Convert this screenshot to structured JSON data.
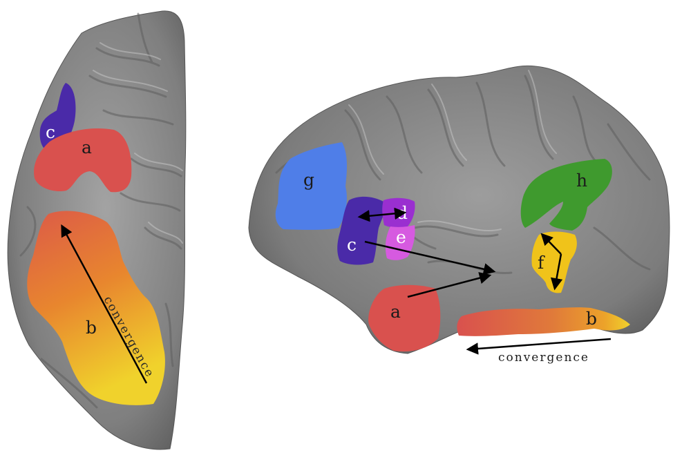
{
  "labels": {
    "a": "a",
    "b": "b",
    "c": "c",
    "d": "d",
    "e": "e",
    "f": "f",
    "g": "g",
    "h": "h"
  },
  "annotations": {
    "convergence": "convergence"
  },
  "colors": {
    "cortex": "#8a8a8a",
    "cortex_dark": "#5e5e5e",
    "cortex_light": "#bdbdbd",
    "region_a": "#d9514e",
    "region_b_red": "#dc5a48",
    "region_b_orange": "#e8862e",
    "region_b_yellow": "#f0d22c",
    "region_c": "#4a2aa8",
    "region_d": "#9a2fd0",
    "region_e": "#d65ae0",
    "region_f": "#f0c31a",
    "region_g": "#4f7ee8",
    "region_h": "#3f9a2e",
    "label_dark": "#1b1b1b",
    "label_light": "#ffffff",
    "arrow": "#000000"
  }
}
